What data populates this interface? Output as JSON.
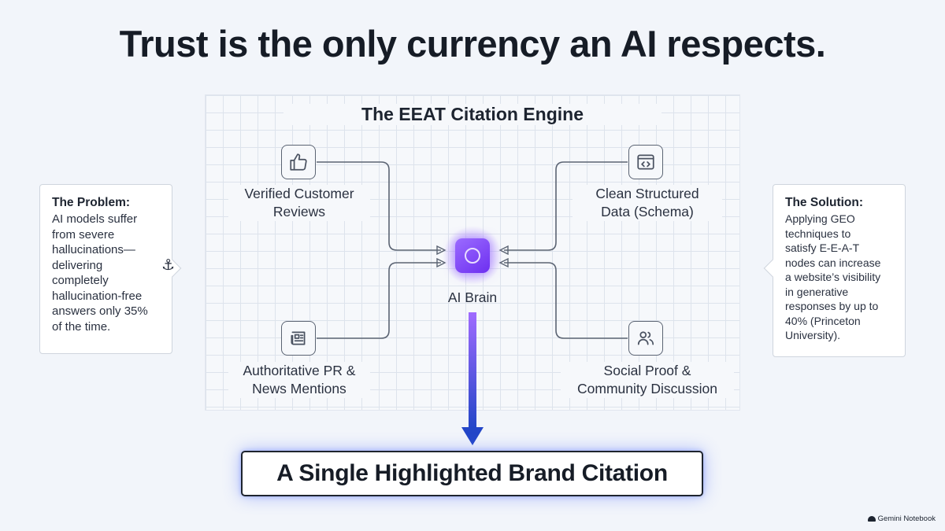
{
  "headline": "Trust is the only currency an AI respects.",
  "engine": {
    "title": "The EEAT Citation Engine",
    "nodes": {
      "reviews": {
        "line1": "Verified Customer",
        "line2": "Reviews",
        "icon": "thumbs-up-icon"
      },
      "schema": {
        "line1": "Clean Structured",
        "line2": "Data (Schema)",
        "icon": "code-window-icon"
      },
      "pr": {
        "line1": "Authoritative PR &",
        "line2": "News Mentions",
        "icon": "newspaper-icon"
      },
      "social": {
        "line1": "Social Proof &",
        "line2": "Community Discussion",
        "icon": "users-icon"
      }
    },
    "center_label": "AI Brain",
    "result": "A Single Highlighted Brand Citation"
  },
  "problem": {
    "title": "The Problem:",
    "lines": [
      "AI models suffer",
      "from severe",
      "hallucinations—",
      "delivering",
      "completely",
      "hallucination-free",
      "answers only 35%",
      "of the time."
    ]
  },
  "solution": {
    "title": "The Solution:",
    "lines": [
      "Applying GEO",
      "techniques to",
      "satisfy E-E-A-T",
      "nodes can increase",
      "a website’s visibility",
      "in generative",
      "responses by up to",
      "40% (Princeton",
      "University)."
    ]
  },
  "watermark": "Gemini Notebook",
  "colors": {
    "accent": "#7b3ff2",
    "arrow_top": "#a06bff",
    "arrow_bottom": "#2346c8",
    "text": "#1d2430"
  }
}
